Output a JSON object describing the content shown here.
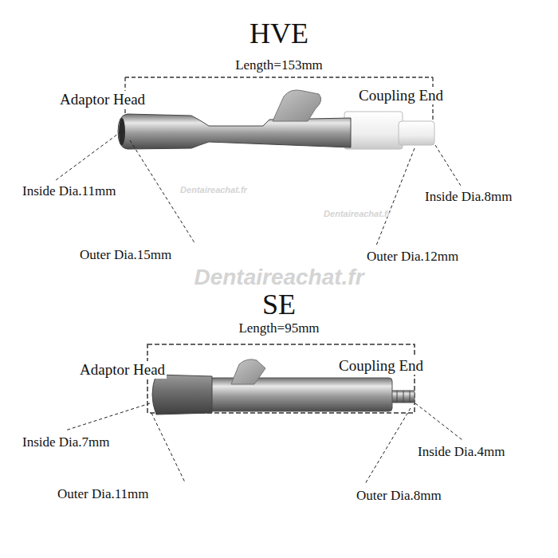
{
  "diagram": {
    "labels": [
      "HVE",
      "Length=153mm",
      "Adaptor Head",
      "Coupling End",
      "Inside Dia.11mm",
      "Outer Dia.15mm",
      "Inside Dia.8mm",
      "Outer Dia.12mm",
      "SE",
      "Length=95mm",
      "Adaptor Head",
      "Coupling End",
      "Inside Dia.7mm",
      "Outer Dia.11mm",
      "Inside Dia.4mm",
      "Outer Dia.8mm",
      "Dentaireachat.fr",
      "Dentaireachat.fr",
      "Dentaireachat.fr"
    ]
  }
}
